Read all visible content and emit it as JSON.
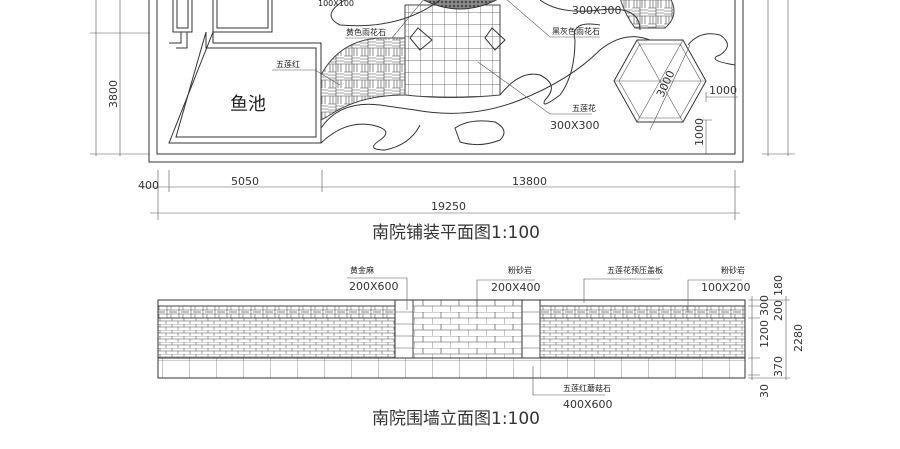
{
  "plan": {
    "title": "南院铺装平面图1:100",
    "pond_label": "鱼池",
    "labels": {
      "wulianhong": "五莲红",
      "size_100": "100X100",
      "yellow_pebble": "黄色雨花石",
      "size_300_top": "300X300",
      "grey_pebble": "黑灰色雨花石",
      "wulianhua": "五莲花",
      "size_300": "300X300"
    },
    "dimensions": {
      "left_height": "3800",
      "hex_diameter": "3000",
      "hex_right_offset": "1000",
      "hex_bottom_offset": "1000",
      "seg_400": "400",
      "seg_5050": "5050",
      "seg_13800": "13800",
      "total": "19250"
    }
  },
  "elevation": {
    "title": "南院围墙立面图1:100",
    "labels": {
      "huangjinma": "黄金麻",
      "huangjinma_size": "200X600",
      "fenshayan_mid": "粉砂岩",
      "fenshayan_mid_size": "200X400",
      "cap": "五莲花预压盖板",
      "fenshayan_right": "粉砂岩",
      "fenshayan_right_size": "100X200",
      "mushroom": "五莲红蘑菇石",
      "mushroom_size": "400X600"
    },
    "dimensions": [
      "180",
      "300",
      "200",
      "1200",
      "370",
      "30"
    ],
    "total_height": "2280"
  }
}
